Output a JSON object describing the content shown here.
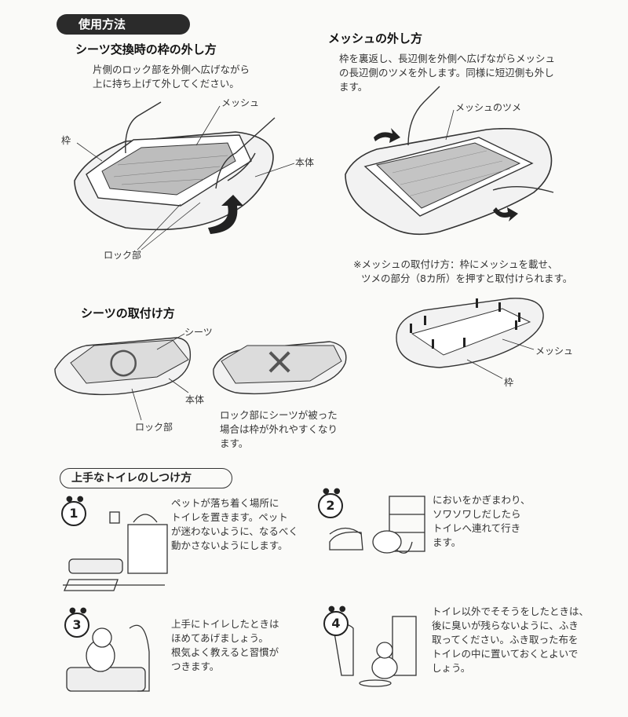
{
  "header_tag": "使用方法",
  "sheet_change": {
    "title": "シーツ交換時の枠の外し方",
    "text": [
      "片側のロック部を外側へ広げながら",
      "上に持ち上げて外してください。"
    ],
    "labels": {
      "frame": "枠",
      "mesh": "メッシュ",
      "body": "本体",
      "lock": "ロック部"
    }
  },
  "mesh_remove": {
    "title": "メッシュの外し方",
    "text": [
      "枠を裏返し、長辺側を外側へ広げながらメッシュ",
      "の長辺側のツメを外します。同様に短辺側も外し",
      "ます。"
    ],
    "labels": {
      "claw": "メッシュのツメ"
    },
    "note": [
      "※メッシュの取付け方：枠にメッシュを載せ、",
      "ツメの部分（8カ所）を押すと取付けられます。"
    ],
    "labels2": {
      "mesh": "メッシュ",
      "frame": "枠"
    }
  },
  "sheet_attach": {
    "title": "シーツの取付け方",
    "labels": {
      "sheet": "シーツ",
      "body": "本体",
      "lock": "ロック部"
    },
    "marks": {
      "ok": "○",
      "ng": "×"
    },
    "warning": [
      "ロック部にシーツが被った",
      "場合は枠が外れやすくなり",
      "ます。"
    ]
  },
  "training": {
    "title": "上手なトイレのしつけ方",
    "steps": [
      {
        "num": "1",
        "text": [
          "ペットが落ち着く場所に",
          "トイレを置きます。ペット",
          "が迷わないように、なるべく",
          "動かさないようにします。"
        ]
      },
      {
        "num": "2",
        "text": [
          "においをかぎまわり、",
          "ソワソワしだしたら",
          "トイレへ連れて行き",
          "ます。"
        ]
      },
      {
        "num": "3",
        "text": [
          "上手にトイレしたときは",
          "ほめてあげましょう。",
          "根気よく教えると習慣が",
          "つきます。"
        ]
      },
      {
        "num": "4",
        "text": [
          "トイレ以外でそそうをしたときは、",
          "後に臭いが残らないように、ふき",
          "取ってください。ふき取った布を",
          "トイレの中に置いておくとよいで",
          "しょう。"
        ]
      }
    ]
  },
  "colors": {
    "ink": "#222222",
    "paper": "#fafaf8",
    "tag_bg": "#2b2b2b"
  }
}
